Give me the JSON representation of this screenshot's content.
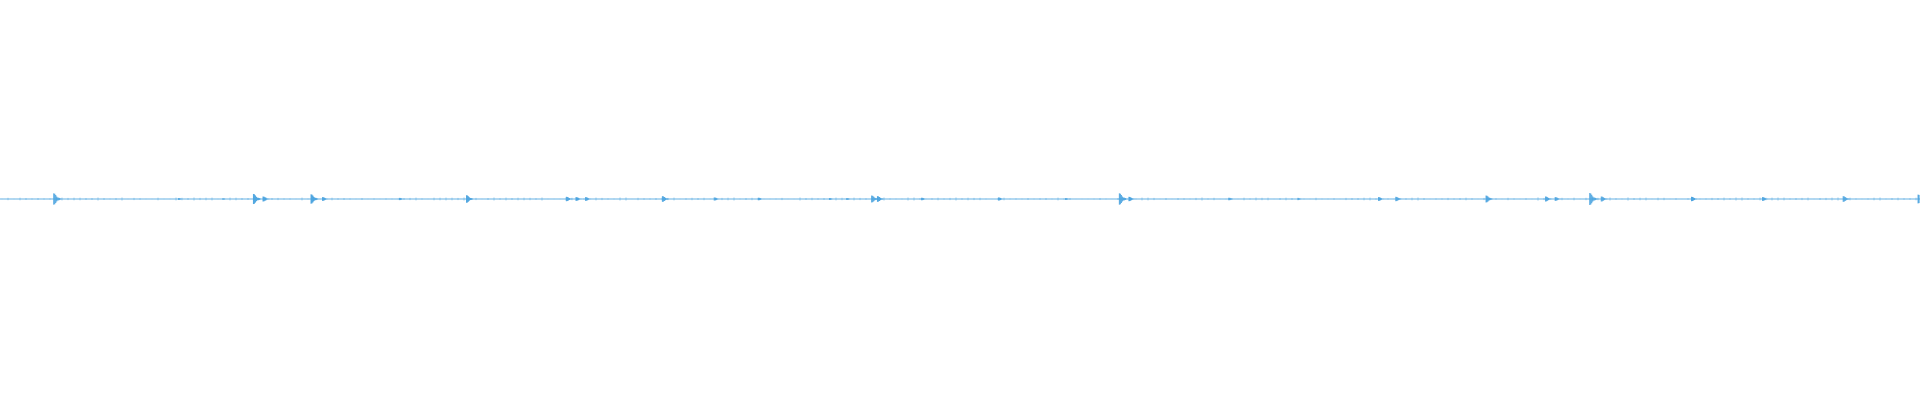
{
  "waveform": {
    "color": "#4aa3df",
    "background": "#ffffff",
    "duration_fraction_points": [
      0.0,
      1.0
    ],
    "transients": [
      {
        "pos": 0.028,
        "amp": 0.9
      },
      {
        "pos": 0.093,
        "amp": 0.15
      },
      {
        "pos": 0.116,
        "amp": 0.12
      },
      {
        "pos": 0.132,
        "amp": 0.8
      },
      {
        "pos": 0.137,
        "amp": 0.4
      },
      {
        "pos": 0.162,
        "amp": 0.75
      },
      {
        "pos": 0.168,
        "amp": 0.3
      },
      {
        "pos": 0.208,
        "amp": 0.18
      },
      {
        "pos": 0.243,
        "amp": 0.6
      },
      {
        "pos": 0.295,
        "amp": 0.35
      },
      {
        "pos": 0.3,
        "amp": 0.3
      },
      {
        "pos": 0.305,
        "amp": 0.3
      },
      {
        "pos": 0.345,
        "amp": 0.45
      },
      {
        "pos": 0.372,
        "amp": 0.25
      },
      {
        "pos": 0.395,
        "amp": 0.2
      },
      {
        "pos": 0.432,
        "amp": 0.15
      },
      {
        "pos": 0.441,
        "amp": 0.15
      },
      {
        "pos": 0.454,
        "amp": 0.55
      },
      {
        "pos": 0.457,
        "amp": 0.45
      },
      {
        "pos": 0.48,
        "amp": 0.2
      },
      {
        "pos": 0.52,
        "amp": 0.25
      },
      {
        "pos": 0.555,
        "amp": 0.15
      },
      {
        "pos": 0.583,
        "amp": 0.9
      },
      {
        "pos": 0.588,
        "amp": 0.35
      },
      {
        "pos": 0.64,
        "amp": 0.2
      },
      {
        "pos": 0.676,
        "amp": 0.15
      },
      {
        "pos": 0.718,
        "amp": 0.3
      },
      {
        "pos": 0.727,
        "amp": 0.35
      },
      {
        "pos": 0.774,
        "amp": 0.55
      },
      {
        "pos": 0.805,
        "amp": 0.4
      },
      {
        "pos": 0.81,
        "amp": 0.3
      },
      {
        "pos": 0.828,
        "amp": 0.95
      },
      {
        "pos": 0.834,
        "amp": 0.4
      },
      {
        "pos": 0.881,
        "amp": 0.35
      },
      {
        "pos": 0.918,
        "amp": 0.3
      },
      {
        "pos": 0.96,
        "amp": 0.45
      },
      {
        "pos": 0.999,
        "amp": 0.7
      }
    ]
  }
}
